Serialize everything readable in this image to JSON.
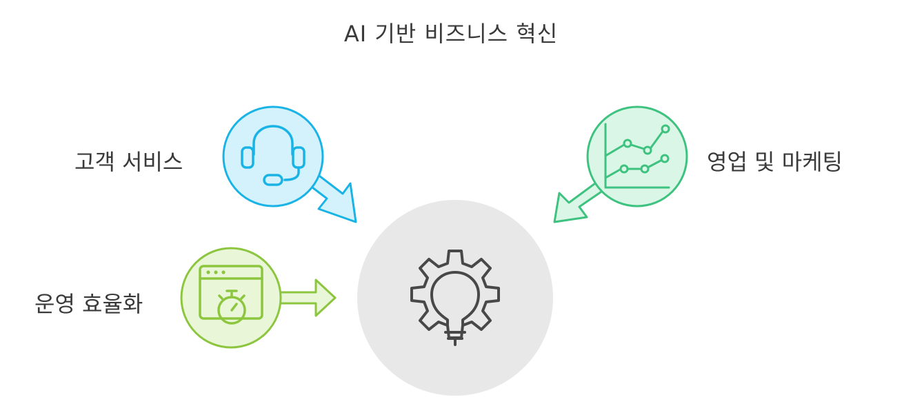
{
  "title": "AI 기반 비즈니스 혁신",
  "nodes": [
    {
      "id": "customer-service",
      "label": "고객 서비스",
      "icon": "headset-icon",
      "color": "#1ab3e6",
      "fill": "#d3f2fb"
    },
    {
      "id": "sales-marketing",
      "label": "영업 및 마케팅",
      "icon": "line-chart-icon",
      "color": "#3ec27f",
      "fill": "#daf6e6"
    },
    {
      "id": "operational-efficiency",
      "label": "운영 효율화",
      "icon": "stopwatch-window-icon",
      "color": "#8cc63f",
      "fill": "#eaf6d8"
    }
  ],
  "center": {
    "icon": "gear-lightbulb-icon",
    "fill": "#e8e8e8"
  }
}
